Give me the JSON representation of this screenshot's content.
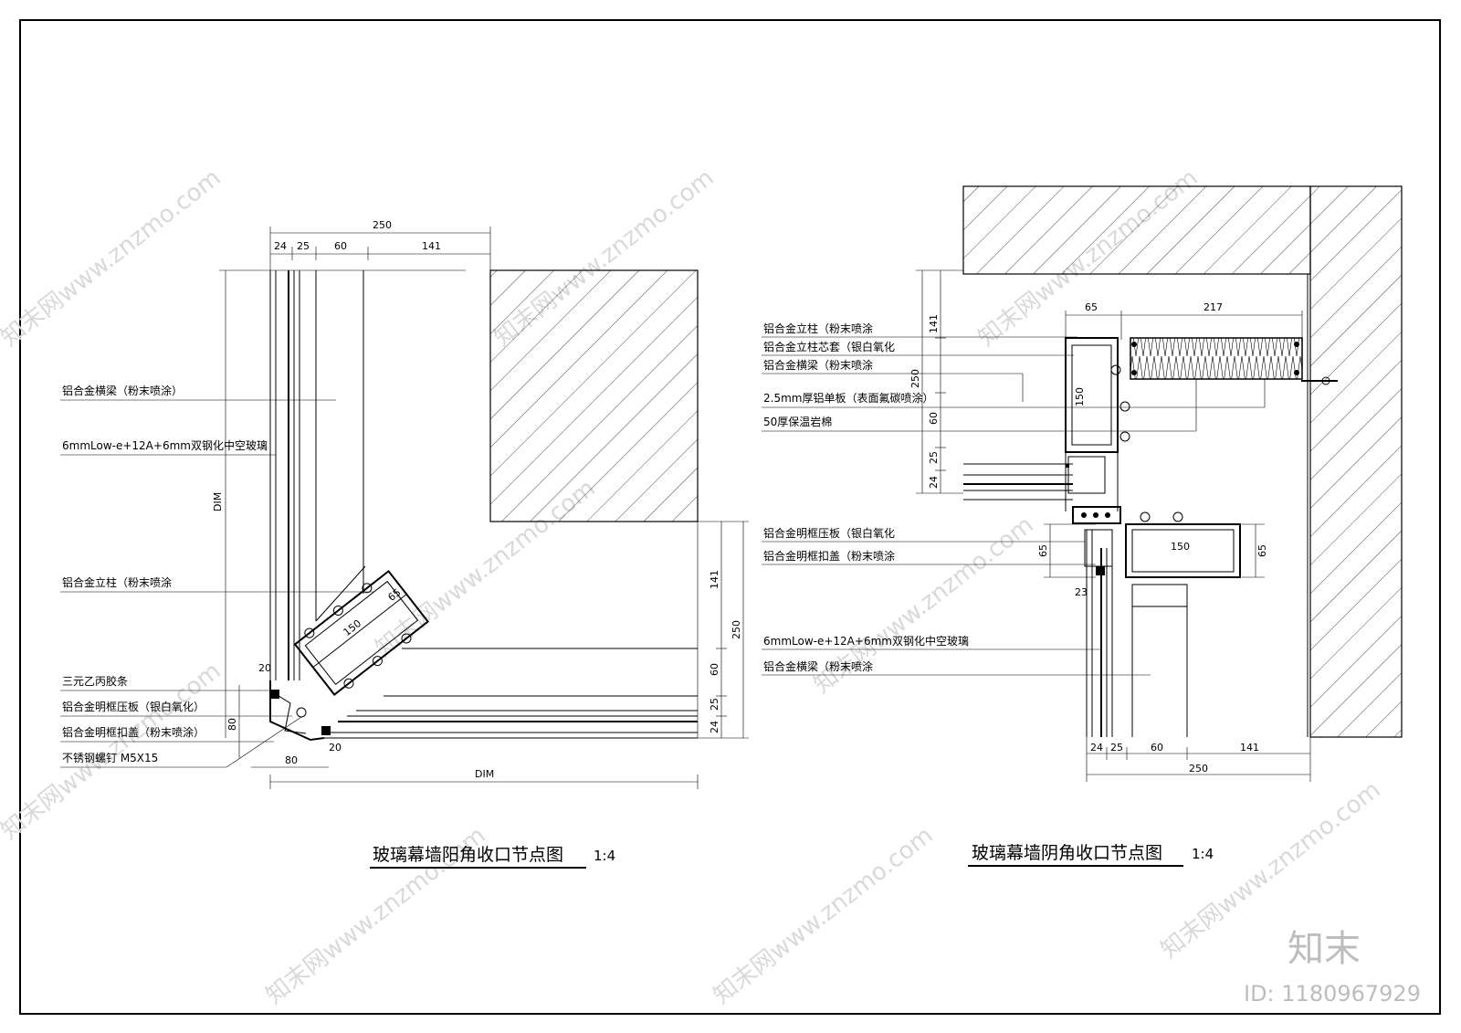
{
  "left_detail": {
    "title": "玻璃幕墙阳角收口节点图",
    "scale": "1:4",
    "labels": [
      "铝合金横梁（粉末喷涂）",
      "6mmLow-e+12A+6mm双钢化中空玻璃",
      "铝合金立柱（粉末喷涂",
      "三元乙丙胶条",
      "铝合金明框压板（银白氧化）",
      "铝合金明框扣盖（粉末喷涂）",
      "不锈钢螺钉 M5X15"
    ],
    "top_dims": [
      "250",
      "24",
      "25",
      "60",
      "141"
    ],
    "right_dims": [
      "141",
      "250",
      "60",
      "25",
      "24"
    ],
    "dim_text": "DIM",
    "small_dims": [
      "20",
      "80",
      "80",
      "20"
    ],
    "profile_dims": [
      "150",
      "65"
    ]
  },
  "right_detail": {
    "title": "玻璃幕墙阴角收口节点图",
    "scale": "1:4",
    "labels_top": [
      "铝合金立柱（粉末喷涂",
      "铝合金立柱芯套（银白氧化",
      "铝合金横梁（粉末喷涂",
      "2.5mm厚铝单板（表面氟碳喷涂）",
      "50厚保温岩棉"
    ],
    "labels_mid": [
      "铝合金明框压板（银白氧化",
      "铝合金明框扣盖（粉末喷涂"
    ],
    "labels_low": [
      "6mmLow-e+12A+6mm双钢化中空玻璃",
      "铝合金横梁（粉末喷涂"
    ],
    "top_dims": [
      "65",
      "217"
    ],
    "left_dims": [
      "141",
      "250",
      "60",
      "25",
      "24"
    ],
    "bottom_dims": [
      "24",
      "25",
      "60",
      "141",
      "250"
    ],
    "profile_dims": [
      "150",
      "150",
      "65",
      "65",
      "23"
    ]
  },
  "watermarks": [
    "知末网www.znzmo.com"
  ],
  "brand": "知末",
  "id_text": "ID: 1180967929",
  "colors": {
    "line": "#000000",
    "watermark": "#d9d9d9"
  }
}
